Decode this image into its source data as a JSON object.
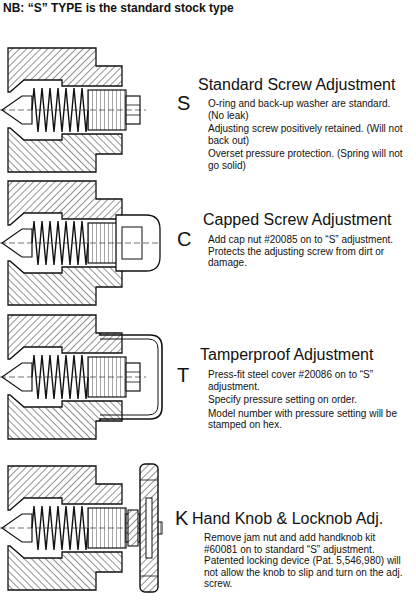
{
  "diagram": {
    "title": "NB: “S” TYPE is the standard stock type",
    "labels": [
      "S",
      "Standard Screw Adjustment",
      "O-ring and back-up washer are standard. (No leak)",
      "Adjusting screw positively retained. (Will not back out)",
      "Overset pressure protection. (Spring will not go solid)",
      "C",
      "Capped Screw Adjustment",
      "Add cap nut #20085 on to “S” adjustment. Protects the adjusting screw from dirt or damage.",
      "T",
      "Tamperproof Adjustment",
      "Press-fit steel cover #20086 on to “S” adjustment.",
      "Specify pressure setting on order.",
      "Model number with pressure setting will be stamped on hex.",
      "K",
      "Hand Knob & Locknob Adj.",
      "Remove jam nut and add handknob kit #60081 on to standard “S” adjustment. Patented locking device (Pat. 5,546,980) will not allow the knob to slip and turn on the adj. screw."
    ]
  }
}
